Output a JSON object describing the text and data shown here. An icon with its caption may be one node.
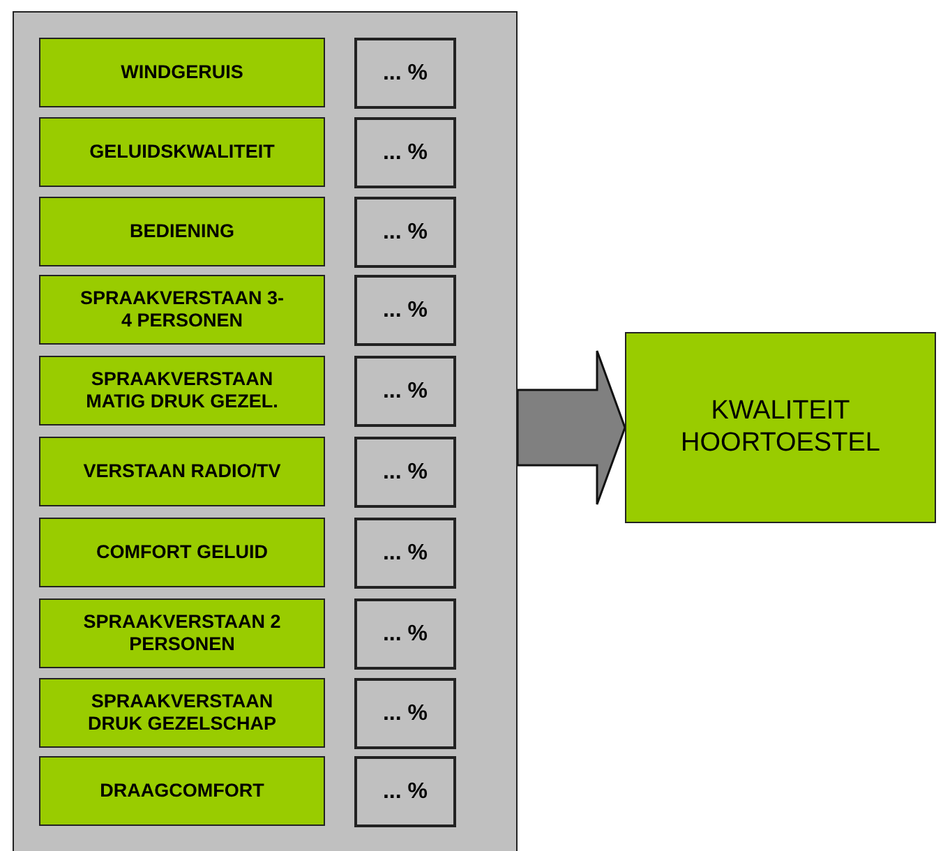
{
  "diagram": {
    "nodes": [
      {
        "text": [],
        "shape": "box"
      },
      {
        "text": [
          "WINDGERUIS"
        ],
        "in": 0
      },
      {
        "text": [
          "... %"
        ],
        "in": 0
      },
      {
        "text": [
          "GELUIDSKWALITEIT"
        ],
        "in": 0
      },
      {
        "text": [
          "... %"
        ],
        "in": 0
      },
      {
        "text": [
          "BEDIENING"
        ],
        "in": 0
      },
      {
        "text": [
          "... %"
        ],
        "in": 0
      },
      {
        "text": [
          "SPRAAKVERSTAAN 3-4 PERSONEN"
        ],
        "in": 0
      },
      {
        "text": [
          "... %"
        ],
        "in": 0
      },
      {
        "text": [
          "SPRAAKVERSTAAN MATIG DRUK GEZEL."
        ],
        "in": 0
      },
      {
        "text": [
          "... %"
        ],
        "in": 0
      },
      {
        "text": [
          "VERSTAAN RADIO/TV"
        ],
        "in": 0
      },
      {
        "text": [
          "... %"
        ],
        "in": 0
      },
      {
        "text": [
          "COMFORT GELUID"
        ],
        "in": 0
      },
      {
        "text": [
          "... %"
        ],
        "in": 0
      },
      {
        "text": [
          "SPRAAKVERSTAAN 2 PERSONEN"
        ],
        "in": 0
      },
      {
        "text": [
          "... %"
        ],
        "in": 0
      },
      {
        "text": [
          "SPRAAKVERSTAAN DRUK GEZELSCHAP"
        ],
        "in": 0
      },
      {
        "text": [
          "... %"
        ],
        "in": 0
      },
      {
        "text": [
          "DRAAGCOMFORT"
        ],
        "in": 0
      },
      {
        "text": [
          "... %"
        ],
        "in": 0
      },
      {
        "text": [
          "KWALITEIT HOORTOESTEL"
        ]
      }
    ],
    "edges": [
      {
        "from": 0,
        "to": 21,
        "arrow": "to",
        "style": "thick"
      }
    ]
  }
}
